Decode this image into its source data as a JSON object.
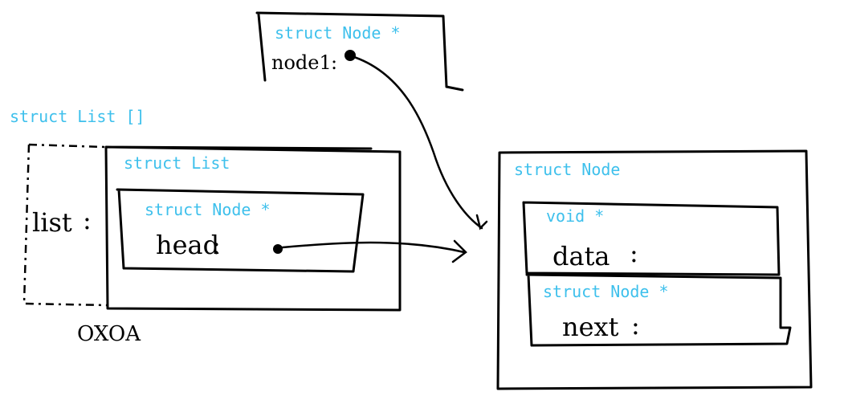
{
  "colors": {
    "type_label": "#3ec0ec",
    "ink": "#000000"
  },
  "node1_box": {
    "type": "struct Node *",
    "field": "node1",
    "colon": ":"
  },
  "list_array": {
    "type": "struct List []",
    "field": "list",
    "colon": ":",
    "address": "OXOA"
  },
  "list_struct": {
    "type": "struct List",
    "head_ptr": {
      "type": "struct Node *",
      "field": "head",
      "colon": ":"
    }
  },
  "node_struct": {
    "type": "struct Node",
    "data_ptr": {
      "type": "void *",
      "field": "data",
      "colon": ":"
    },
    "next_ptr": {
      "type": "struct Node *",
      "field": "next",
      "colon": ":"
    }
  }
}
